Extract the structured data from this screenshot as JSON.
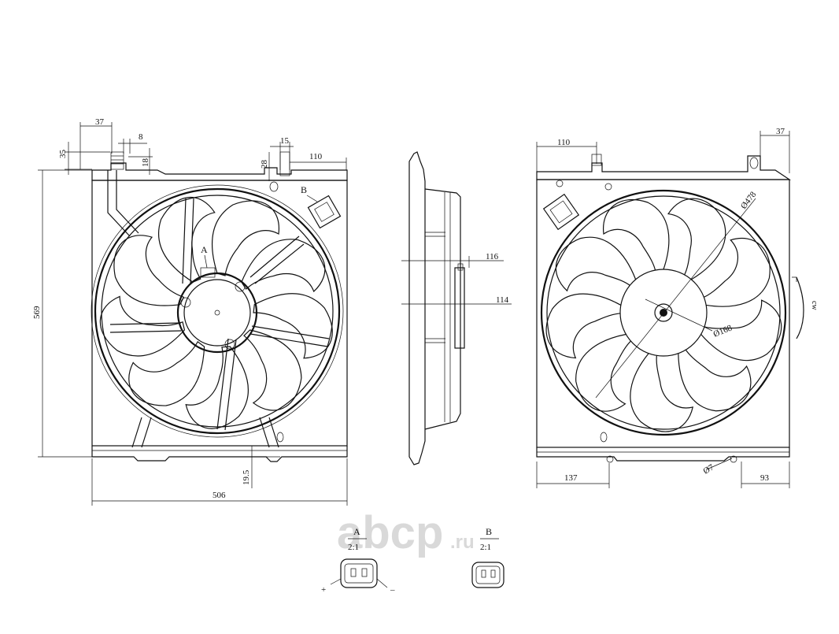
{
  "drawing": {
    "front_view": {
      "dims": {
        "d37": "37",
        "d8": "8",
        "d35": "35",
        "d18": "18",
        "d15": "15",
        "d28": "28",
        "d110": "110",
        "d569": "569",
        "d506": "506",
        "d19_5": "19.5"
      },
      "callouts": {
        "a": "A",
        "b": "B"
      }
    },
    "side_view": {
      "dims": {
        "d116": "116",
        "d114": "114"
      }
    },
    "rear_view": {
      "dims": {
        "d110": "110",
        "d37": "37",
        "d478": "Ø478",
        "d168": "Ø168",
        "d137": "137",
        "d93": "93",
        "d7": "Ø7",
        "rotation": "cw"
      }
    },
    "details": {
      "a": {
        "label": "A",
        "scale": "2:1",
        "plus": "+",
        "minus": "–"
      },
      "b": {
        "label": "B",
        "scale": "2:1"
      }
    },
    "watermark": {
      "main": "abcp",
      "suffix": ".ru",
      "color": "#d9d9d9"
    }
  }
}
